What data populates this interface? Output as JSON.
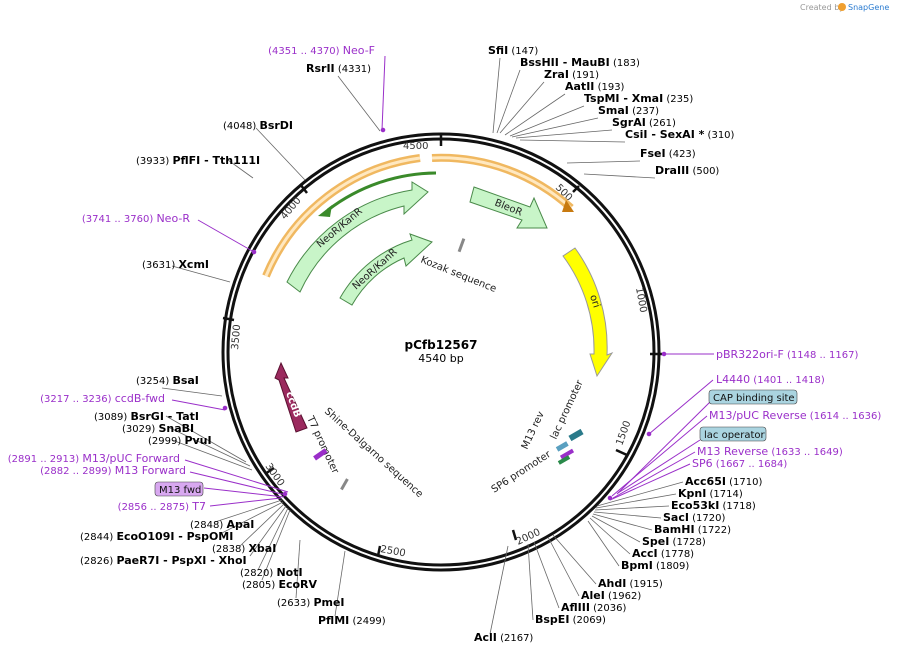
{
  "brand": {
    "prefix": "Created by",
    "name": "SnapGene"
  },
  "plasmid": {
    "name": "pCfb12567",
    "size_label": "4540 bp"
  },
  "tick_labels": [
    "500",
    "1000",
    "1500",
    "2000",
    "2500",
    "3000",
    "3500",
    "4000",
    "4500"
  ],
  "sites": [
    {
      "name": "SfiI",
      "pos": "(147)"
    },
    {
      "name": "BssHII",
      "alt": "- MauBI",
      "pos": "(183)"
    },
    {
      "name": "ZraI",
      "pos": "(191)"
    },
    {
      "name": "AatII",
      "pos": "(193)"
    },
    {
      "name": "TspMI",
      "alt": "- XmaI",
      "pos": "(235)"
    },
    {
      "name": "SmaI",
      "pos": "(237)"
    },
    {
      "name": "SgrAI",
      "pos": "(261)"
    },
    {
      "name": "CsiI",
      "alt": "- SexAI *",
      "pos": "(310)"
    },
    {
      "name": "FseI",
      "pos": "(423)"
    },
    {
      "name": "DraIII",
      "pos": "(500)"
    },
    {
      "name": "Acc65I",
      "pos": "(1710)"
    },
    {
      "name": "KpnI",
      "pos": "(1714)"
    },
    {
      "name": "Eco53kI",
      "pos": "(1718)"
    },
    {
      "name": "SacI",
      "pos": "(1720)"
    },
    {
      "name": "BamHI",
      "pos": "(1722)"
    },
    {
      "name": "SpeI",
      "pos": "(1728)"
    },
    {
      "name": "AccI",
      "pos": "(1778)"
    },
    {
      "name": "BpmI",
      "pos": "(1809)"
    },
    {
      "name": "AhdI",
      "pos": "(1915)"
    },
    {
      "name": "AleI",
      "pos": "(1962)"
    },
    {
      "name": "AflIII",
      "pos": "(2036)"
    },
    {
      "name": "BspEI",
      "pos": "(2069)"
    },
    {
      "name": "AclI",
      "pos": "(2167)"
    },
    {
      "name": "PflMI",
      "pos": "(2499)"
    },
    {
      "name": "PmeI",
      "pos": "(2633)"
    },
    {
      "name": "EcoRV",
      "pos": "(2805)"
    },
    {
      "name": "NotI",
      "pos": "(2820)"
    },
    {
      "name": "PaeR7I",
      "alt": "- PspXI - XhoI",
      "pos": "(2826)"
    },
    {
      "name": "XbaI",
      "pos": "(2838)"
    },
    {
      "name": "EcoO109I",
      "alt": "- PspOMI",
      "pos": "(2844)"
    },
    {
      "name": "ApaI",
      "pos": "(2848)"
    },
    {
      "name": "PvuI",
      "pos": "(2999)"
    },
    {
      "name": "SnaBI",
      "pos": "(3029)"
    },
    {
      "name": "BsrGI",
      "alt": "- TatI",
      "pos": "(3089)"
    },
    {
      "name": "BsaI",
      "pos": "(3254)"
    },
    {
      "name": "XcmI",
      "pos": "(3631)"
    },
    {
      "name": "PflFI",
      "alt": "- Tth111I",
      "pos": "(3933)"
    },
    {
      "name": "BsrDI",
      "pos": "(4048)"
    },
    {
      "name": "RsrII",
      "pos": "(4331)"
    }
  ],
  "primers": [
    {
      "name": "Neo-F",
      "pos": "(4351 .. 4370)"
    },
    {
      "name": "Neo-R",
      "pos": "(3741 .. 3760)"
    },
    {
      "name": "ccdB-fwd",
      "pos": "(3217 .. 3236)"
    },
    {
      "name": "M13/pUC Forward",
      "pos": "(2891 .. 2913)"
    },
    {
      "name": "M13 Forward",
      "pos": "(2882 .. 2899)"
    },
    {
      "name": "M13 fwd",
      "pos": ""
    },
    {
      "name": "T7",
      "pos": "(2856 .. 2875)"
    },
    {
      "name": "pBR322ori-F",
      "pos": "(1148 .. 1167)"
    },
    {
      "name": "L4440",
      "pos": "(1401 .. 1418)"
    },
    {
      "name": "CAP binding site",
      "pos": ""
    },
    {
      "name": "M13/pUC Reverse",
      "pos": "(1614 .. 1636)"
    },
    {
      "name": "lac operator",
      "pos": ""
    },
    {
      "name": "M13 Reverse",
      "pos": "(1633 .. 1649)"
    },
    {
      "name": "SP6",
      "pos": "(1667 .. 1684)"
    }
  ],
  "features": {
    "bleoR": "BleoR",
    "ori": "ori",
    "neo_outer": "NeoR/KanR",
    "neo_inner": "NeoR/KanR",
    "kozak": "Kozak sequence",
    "ccdb": "ccdB",
    "t7_promoter": "T7 promoter",
    "shine": "Shine-Dalgarno sequence",
    "m13_rev": "M13 rev",
    "lac_promoter": "lac promoter",
    "sp6_promoter": "SP6 promoter"
  },
  "colors": {
    "primer": "#9a2fc9",
    "ori": "#ffff00",
    "resistance": "#c8f5c8",
    "ccdb": "#9b2a5e",
    "cap": "#aad4e0"
  }
}
